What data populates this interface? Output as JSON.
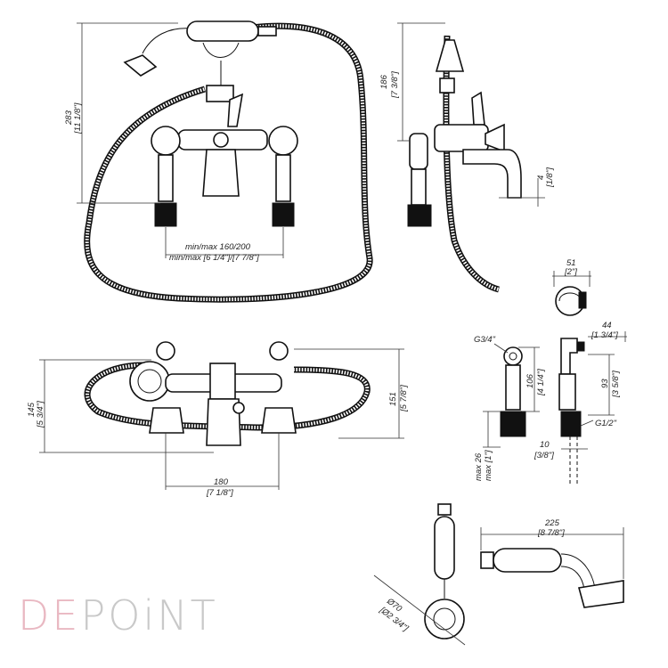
{
  "logo": {
    "part1": "DE",
    "part2": "POiNT",
    "color_de": "#e9b8c2",
    "color_point": "#c9c9c9"
  },
  "dimensions": {
    "front_height_mm": "283",
    "front_height_in": "[11 1/8\"]",
    "spacing_mm": "min/max 160/200",
    "spacing_in": "min/max [6 1/4\"]/[7 7/8\"]",
    "side_height_mm": "186",
    "side_height_in": "[7 3/8\"]",
    "spout_mm": "4",
    "spout_in": "[1/8\"]",
    "top_depth_mm": "145",
    "top_depth_in": "[5 3/4\"]",
    "top_width_mm": "151",
    "top_width_in": "[5 7/8\"]",
    "top_spacing_mm": "180",
    "top_spacing_in": "[7 1/8\"]",
    "elbow_mm": "51",
    "elbow_in": "[2\"]",
    "thread_a": "G3/4\"",
    "valve_h_mm": "106",
    "valve_h_in": "[4 1/4\"]",
    "max_mm": "max 26",
    "max_in": "max [1\"]",
    "offset_mm": "44",
    "offset_in": "[1 3/4\"]",
    "conn_h_mm": "93",
    "conn_h_in": "[3 5/8\"]",
    "thread_b": "G1/2\"",
    "pipe_mm": "10",
    "pipe_in": "[3/8\"]",
    "shower_len_mm": "225",
    "shower_len_in": "[8 7/8\"]",
    "head_dia_mm": "Ø70",
    "head_dia_in": "[Ø2 3/4\"]"
  }
}
